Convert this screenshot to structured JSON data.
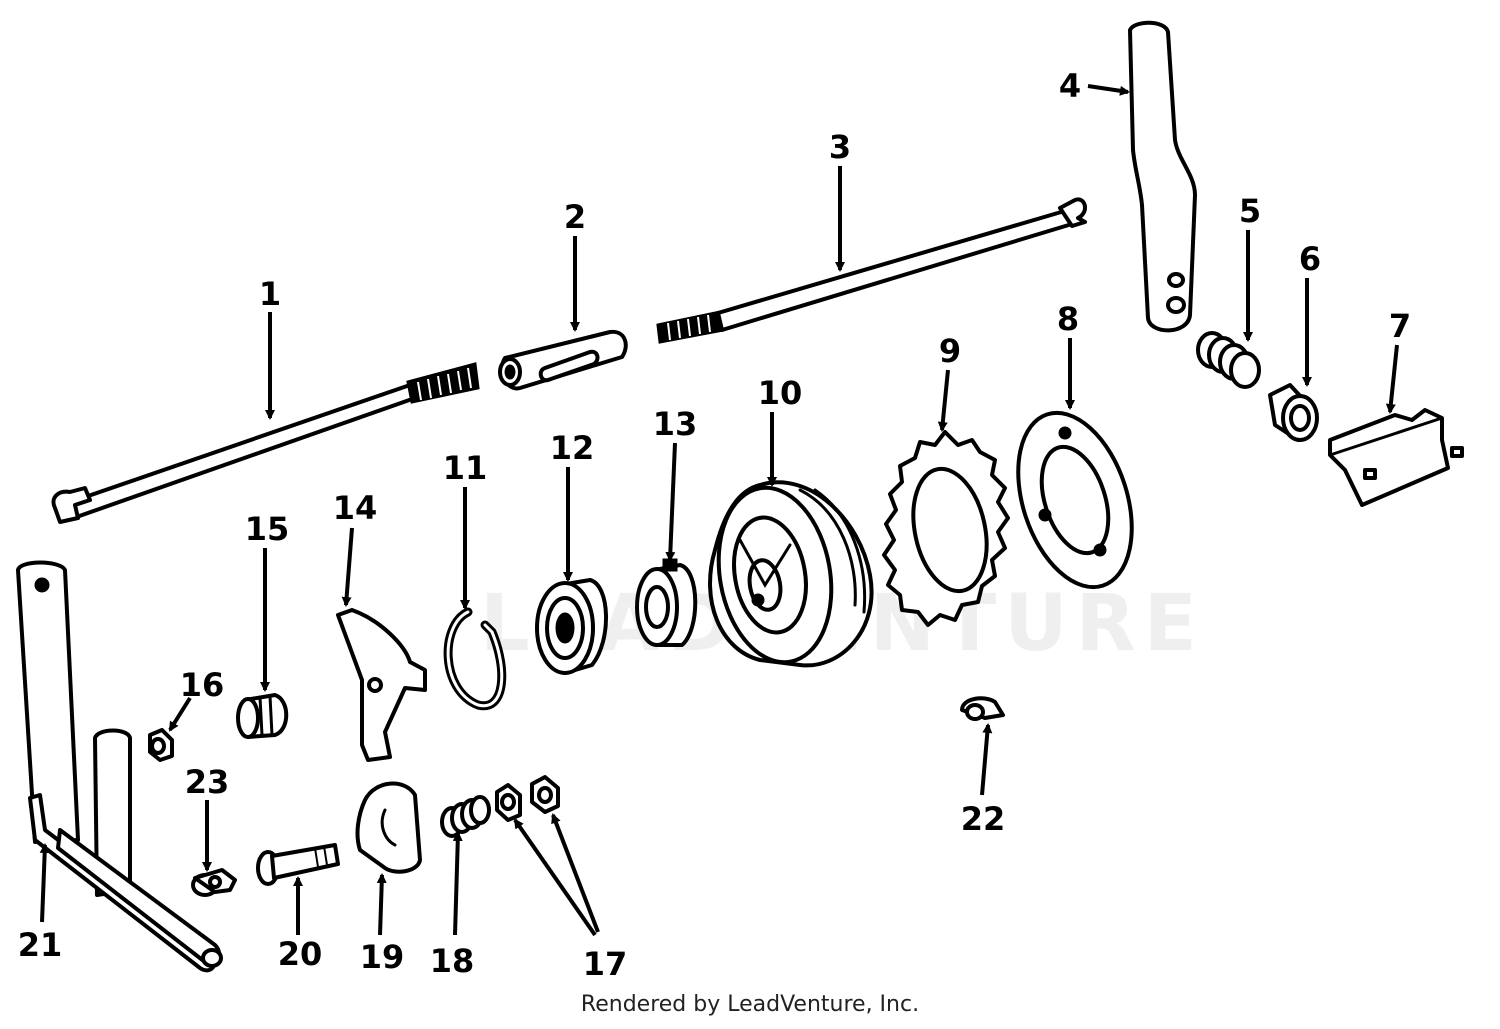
{
  "watermark": "LEADVENTURE",
  "footer": "Rendered by LeadVenture, Inc.",
  "callouts": [
    {
      "label": "1"
    },
    {
      "label": "2"
    },
    {
      "label": "3"
    },
    {
      "label": "4"
    },
    {
      "label": "5"
    },
    {
      "label": "6"
    },
    {
      "label": "7"
    },
    {
      "label": "8"
    },
    {
      "label": "9"
    },
    {
      "label": "10"
    },
    {
      "label": "11"
    },
    {
      "label": "12"
    },
    {
      "label": "13"
    },
    {
      "label": "14"
    },
    {
      "label": "15"
    },
    {
      "label": "16"
    },
    {
      "label": "17"
    },
    {
      "label": "18"
    },
    {
      "label": "19"
    },
    {
      "label": "20"
    },
    {
      "label": "21"
    },
    {
      "label": "22"
    },
    {
      "label": "23"
    }
  ]
}
